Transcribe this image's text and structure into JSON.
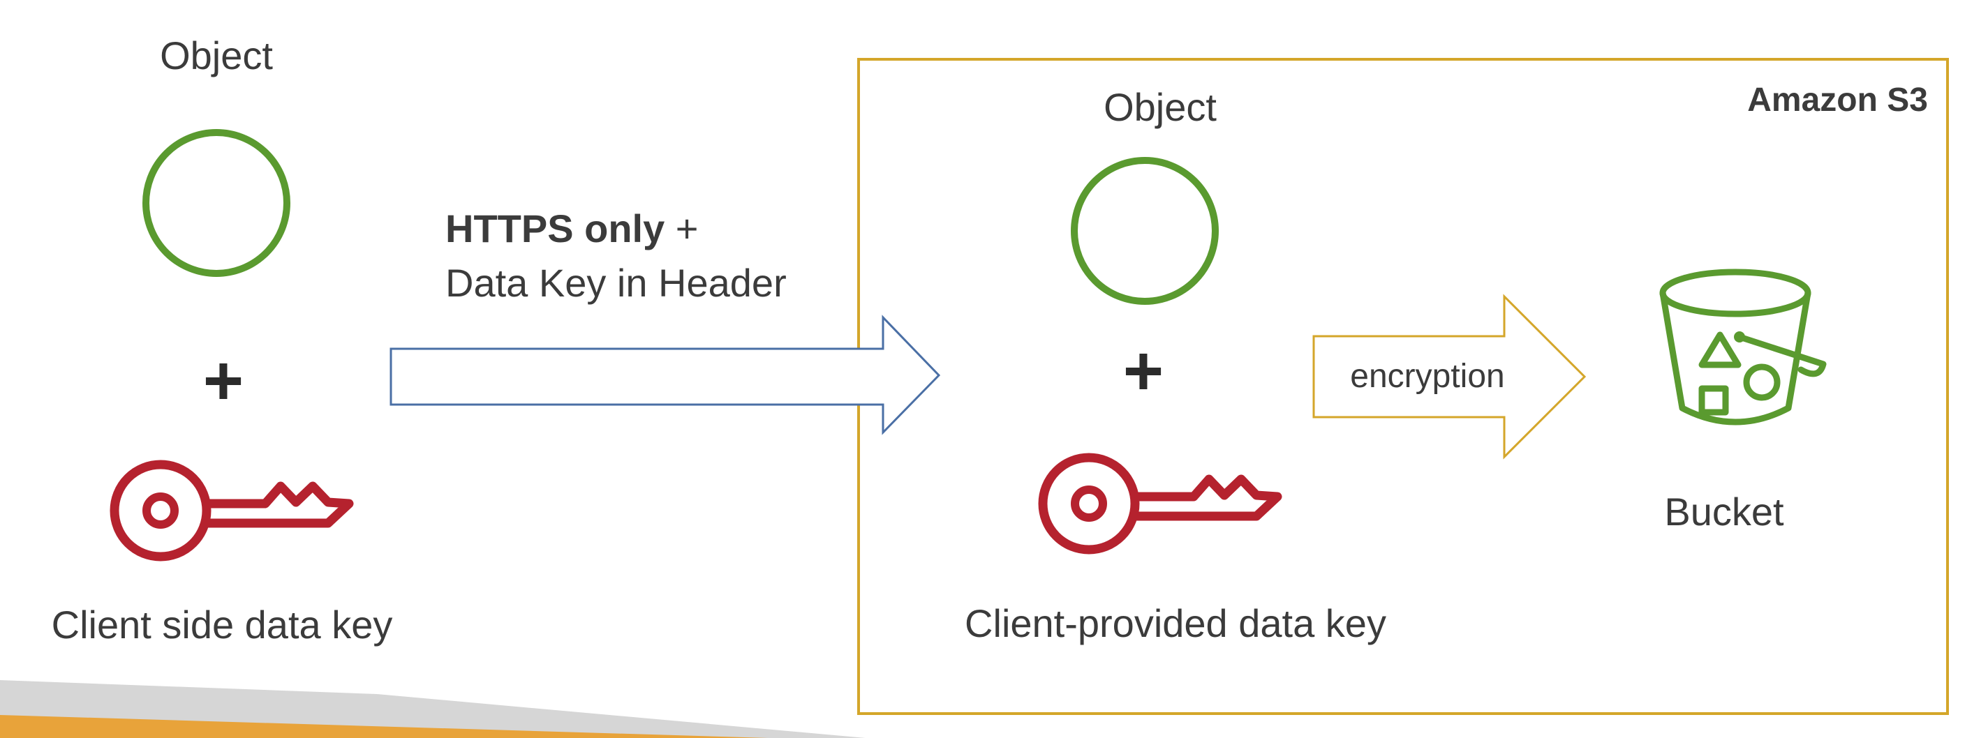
{
  "left": {
    "object_label": "Object",
    "plus": "+",
    "key_label": "Client side data key"
  },
  "transfer": {
    "bold_text": "HTTPS only",
    "plus_text": " +",
    "line2": "Data Key in Header"
  },
  "s3": {
    "title": "Amazon S3",
    "object_label": "Object",
    "plus": "+",
    "key_label": "Client-provided data key",
    "encryption_label": "encryption",
    "bucket_label": "Bucket"
  },
  "colors": {
    "object_green": "#5a9a2f",
    "key_red": "#b5222e",
    "s3_border_gold": "#d4a62a",
    "transfer_arrow_blue": "#4a6fa5",
    "footer_orange": "#e8a33a",
    "footer_gray": "#d6d6d6"
  },
  "icons": {
    "object": "circle-icon",
    "key": "key-icon",
    "bucket": "s3-bucket-icon"
  }
}
